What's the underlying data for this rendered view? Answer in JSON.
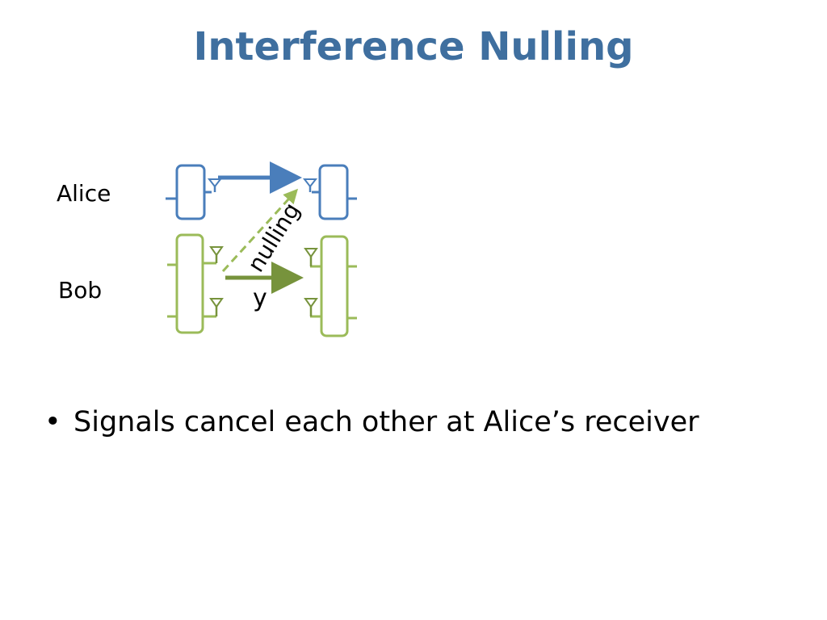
{
  "slide": {
    "title": "Interference Nulling",
    "bullets": [
      "Signals cancel each other at Alice’s receiver"
    ]
  },
  "diagram": {
    "node_labels": {
      "alice": "Alice",
      "bob": "Bob"
    },
    "edge_labels": {
      "nulling": "nulling",
      "y": "y"
    },
    "colors": {
      "alice": "#4a7ebb",
      "bob": "#77933c",
      "title": "#3f6f9f"
    }
  }
}
